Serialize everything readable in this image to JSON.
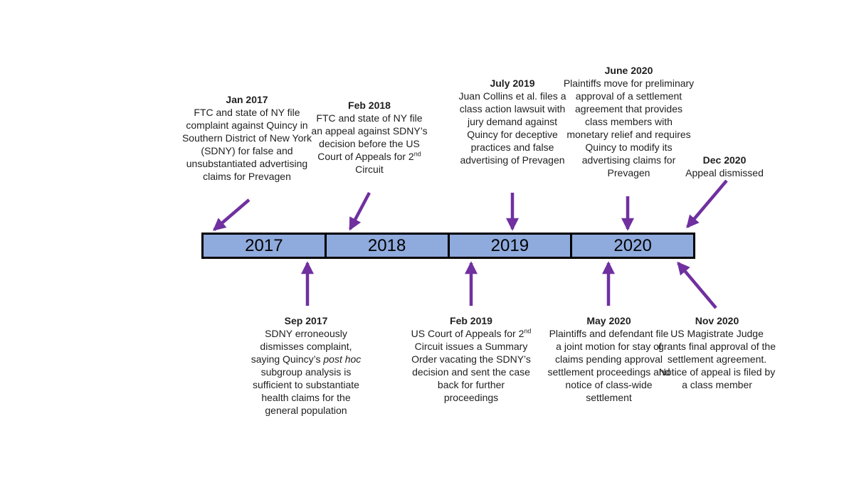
{
  "colors": {
    "bar_fill": "#8FAADC",
    "bar_border": "#000000",
    "arrow": "#7030A0",
    "text": "#1F1F1F"
  },
  "timeline": {
    "years": [
      "2017",
      "2018",
      "2019",
      "2020"
    ]
  },
  "events_above": [
    {
      "date": "Jan 2017",
      "text": "FTC and state of NY file complaint against Quincy in Southern District of New York (SDNY) for false and unsubstantiated advertising claims for Prevagen"
    },
    {
      "date": "Feb 2018",
      "text": "FTC and state of NY file an appeal against SDNY’s decision before the US Court of Appeals for 2^nd^ Circuit"
    },
    {
      "date": "July 2019",
      "text": "Juan Collins et al. files a class action lawsuit with jury demand against Quincy for deceptive practices and false advertising of Prevagen"
    },
    {
      "date": "June 2020",
      "text": "Plaintiffs move for preliminary approval of a settlement agreement that provides class members with monetary relief and requires Quincy to modify its advertising claims for Prevagen"
    },
    {
      "date": "Dec 2020",
      "text": "Appeal dismissed"
    }
  ],
  "events_below": [
    {
      "date": "Sep 2017",
      "text": "SDNY erroneously dismisses complaint, saying Quincy’s *post hoc* subgroup analysis is sufficient to substantiate health claims for the general population"
    },
    {
      "date": "Feb 2019",
      "text": "US Court of Appeals for 2^nd^ Circuit issues a Summary Order vacating the SDNY’s decision and sent the case back for further proceedings"
    },
    {
      "date": "May 2020",
      "text": "Plaintiffs and defendant file a joint motion for stay of claims pending approval settlement proceedings and notice of class-wide settlement"
    },
    {
      "date": "Nov 2020",
      "text": "US Magistrate Judge grants final approval of the settlement agreement.  Notice of appeal is filed by a class member"
    }
  ]
}
